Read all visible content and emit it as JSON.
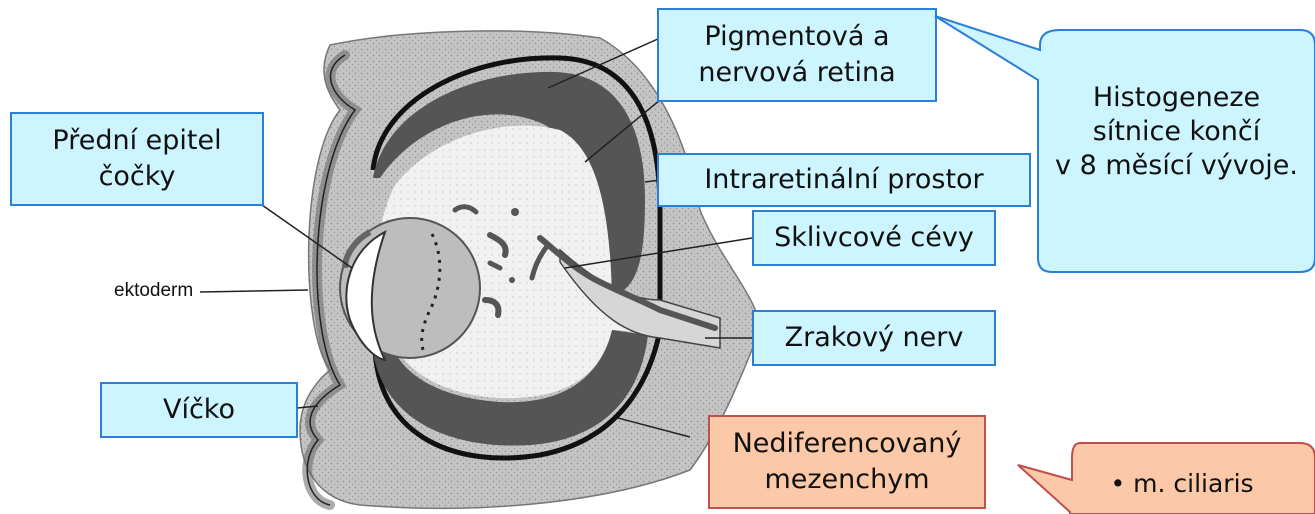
{
  "labels": {
    "pigment_retina": "Pigmentová a\nnervová retina",
    "intraretinal": "Intraretinální prostor",
    "anterior_epithelium": "Přední epitel\nčočky",
    "vitreous_vessels": "Sklivcové cévy",
    "optic_nerve": "Zrakový nerv",
    "eyelid": "Víčko",
    "mesenchyme": "Nediferencovaný\nmezenchym",
    "ectoderm": "ektoderm"
  },
  "callouts": {
    "histogenesis": "Histogeneze\nsítnice končí\nv 8 měsící vývoje.",
    "ciliaris": "• m. ciliaris"
  },
  "colors": {
    "box_fill": "#ccf5ff",
    "box_border": "#2b7fd6",
    "orange_fill": "#fbc9a7",
    "orange_border": "#c0504d",
    "tissue_gray": "#bdbdbd",
    "retina_dark": "#555555"
  }
}
